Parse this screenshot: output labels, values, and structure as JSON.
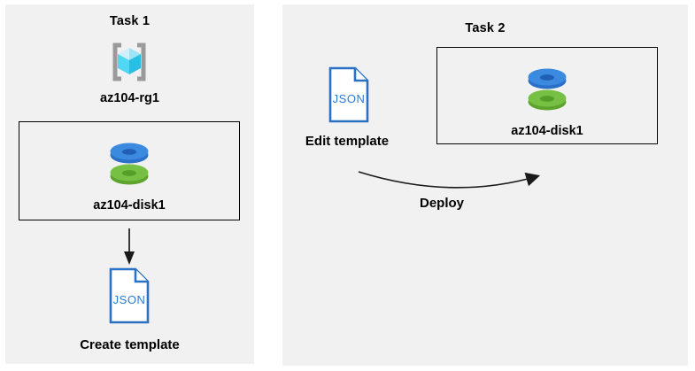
{
  "diagram": {
    "type": "azure-task-flow-diagram"
  },
  "colors": {
    "panel_bg": "#f1f1f1",
    "box_border": "#000000",
    "arrow": "#1a1a1a",
    "json_blue": "#2a71c3",
    "disk_blue_face": "#3b8ae0",
    "disk_blue_side": "#2a70c8",
    "disk_blue_hole": "#1f5fb4",
    "disk_green_face": "#76c043",
    "disk_green_side": "#5ea32b",
    "disk_green_hole": "#569d29",
    "rg_bracket_gray": "#9a9a9a",
    "rg_cube_top_light": "#cfeffc",
    "rg_cube_top_dark": "#9fe3f6",
    "rg_cube_left": "#50d7f3",
    "rg_cube_right": "#28bfe4"
  },
  "icons": {
    "resource_group": "resource-group-icon",
    "disk": "disk-icon",
    "json_file": "json-file-icon",
    "down_arrow": "down-arrow-icon",
    "deploy_arrow": "deploy-curved-arrow-icon"
  },
  "task1": {
    "title": "Task 1",
    "resource_group_label": "az104-rg1",
    "disk_label": "az104-disk1",
    "json_icon_text": "JSON",
    "action_label": "Create template"
  },
  "task2": {
    "title": "Task 2",
    "json_icon_text": "JSON",
    "edit_label": "Edit template",
    "disk_label": "az104-disk1",
    "deploy_label": "Deploy"
  }
}
